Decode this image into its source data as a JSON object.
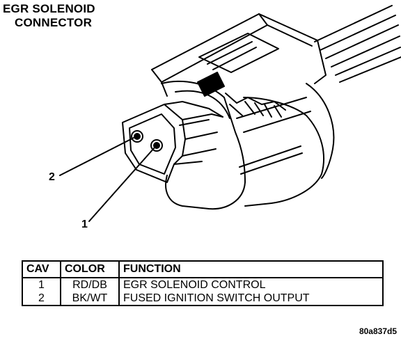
{
  "title": {
    "line1": "EGR SOLENOID",
    "line2": "CONNECTOR"
  },
  "callouts": {
    "pin2": "2",
    "pin1": "1"
  },
  "table": {
    "headers": [
      "CAV",
      "COLOR",
      "FUNCTION"
    ],
    "rows": [
      {
        "cav": "1",
        "color": "RD/DB",
        "function": "EGR SOLENOID CONTROL"
      },
      {
        "cav": "2",
        "color": "BK/WT",
        "function": "FUSED IGNITION SWITCH OUTPUT"
      }
    ]
  },
  "figure_id": "80a837d5"
}
